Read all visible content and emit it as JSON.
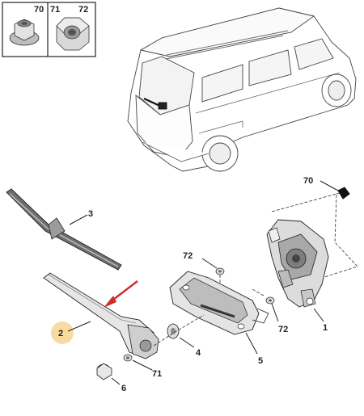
{
  "legend": {
    "nut_labels": [
      "70",
      "71",
      "72"
    ]
  },
  "callouts": {
    "motor": "1",
    "arm": "2",
    "blade": "3",
    "spindle_seal": "4",
    "gasket": "5",
    "nut_cap": "6",
    "top_right_nut": "70",
    "arm_nut": "71",
    "bracket_nut_top": "72",
    "bracket_nut_right": "72"
  },
  "colors": {
    "line": "#222222",
    "part_light": "#f0f0f0",
    "part_mid": "#d6d6d6",
    "part_dark": "#8f8f8f",
    "highlight_circle": "#f7dba0",
    "arrow": "#d22b2b"
  }
}
